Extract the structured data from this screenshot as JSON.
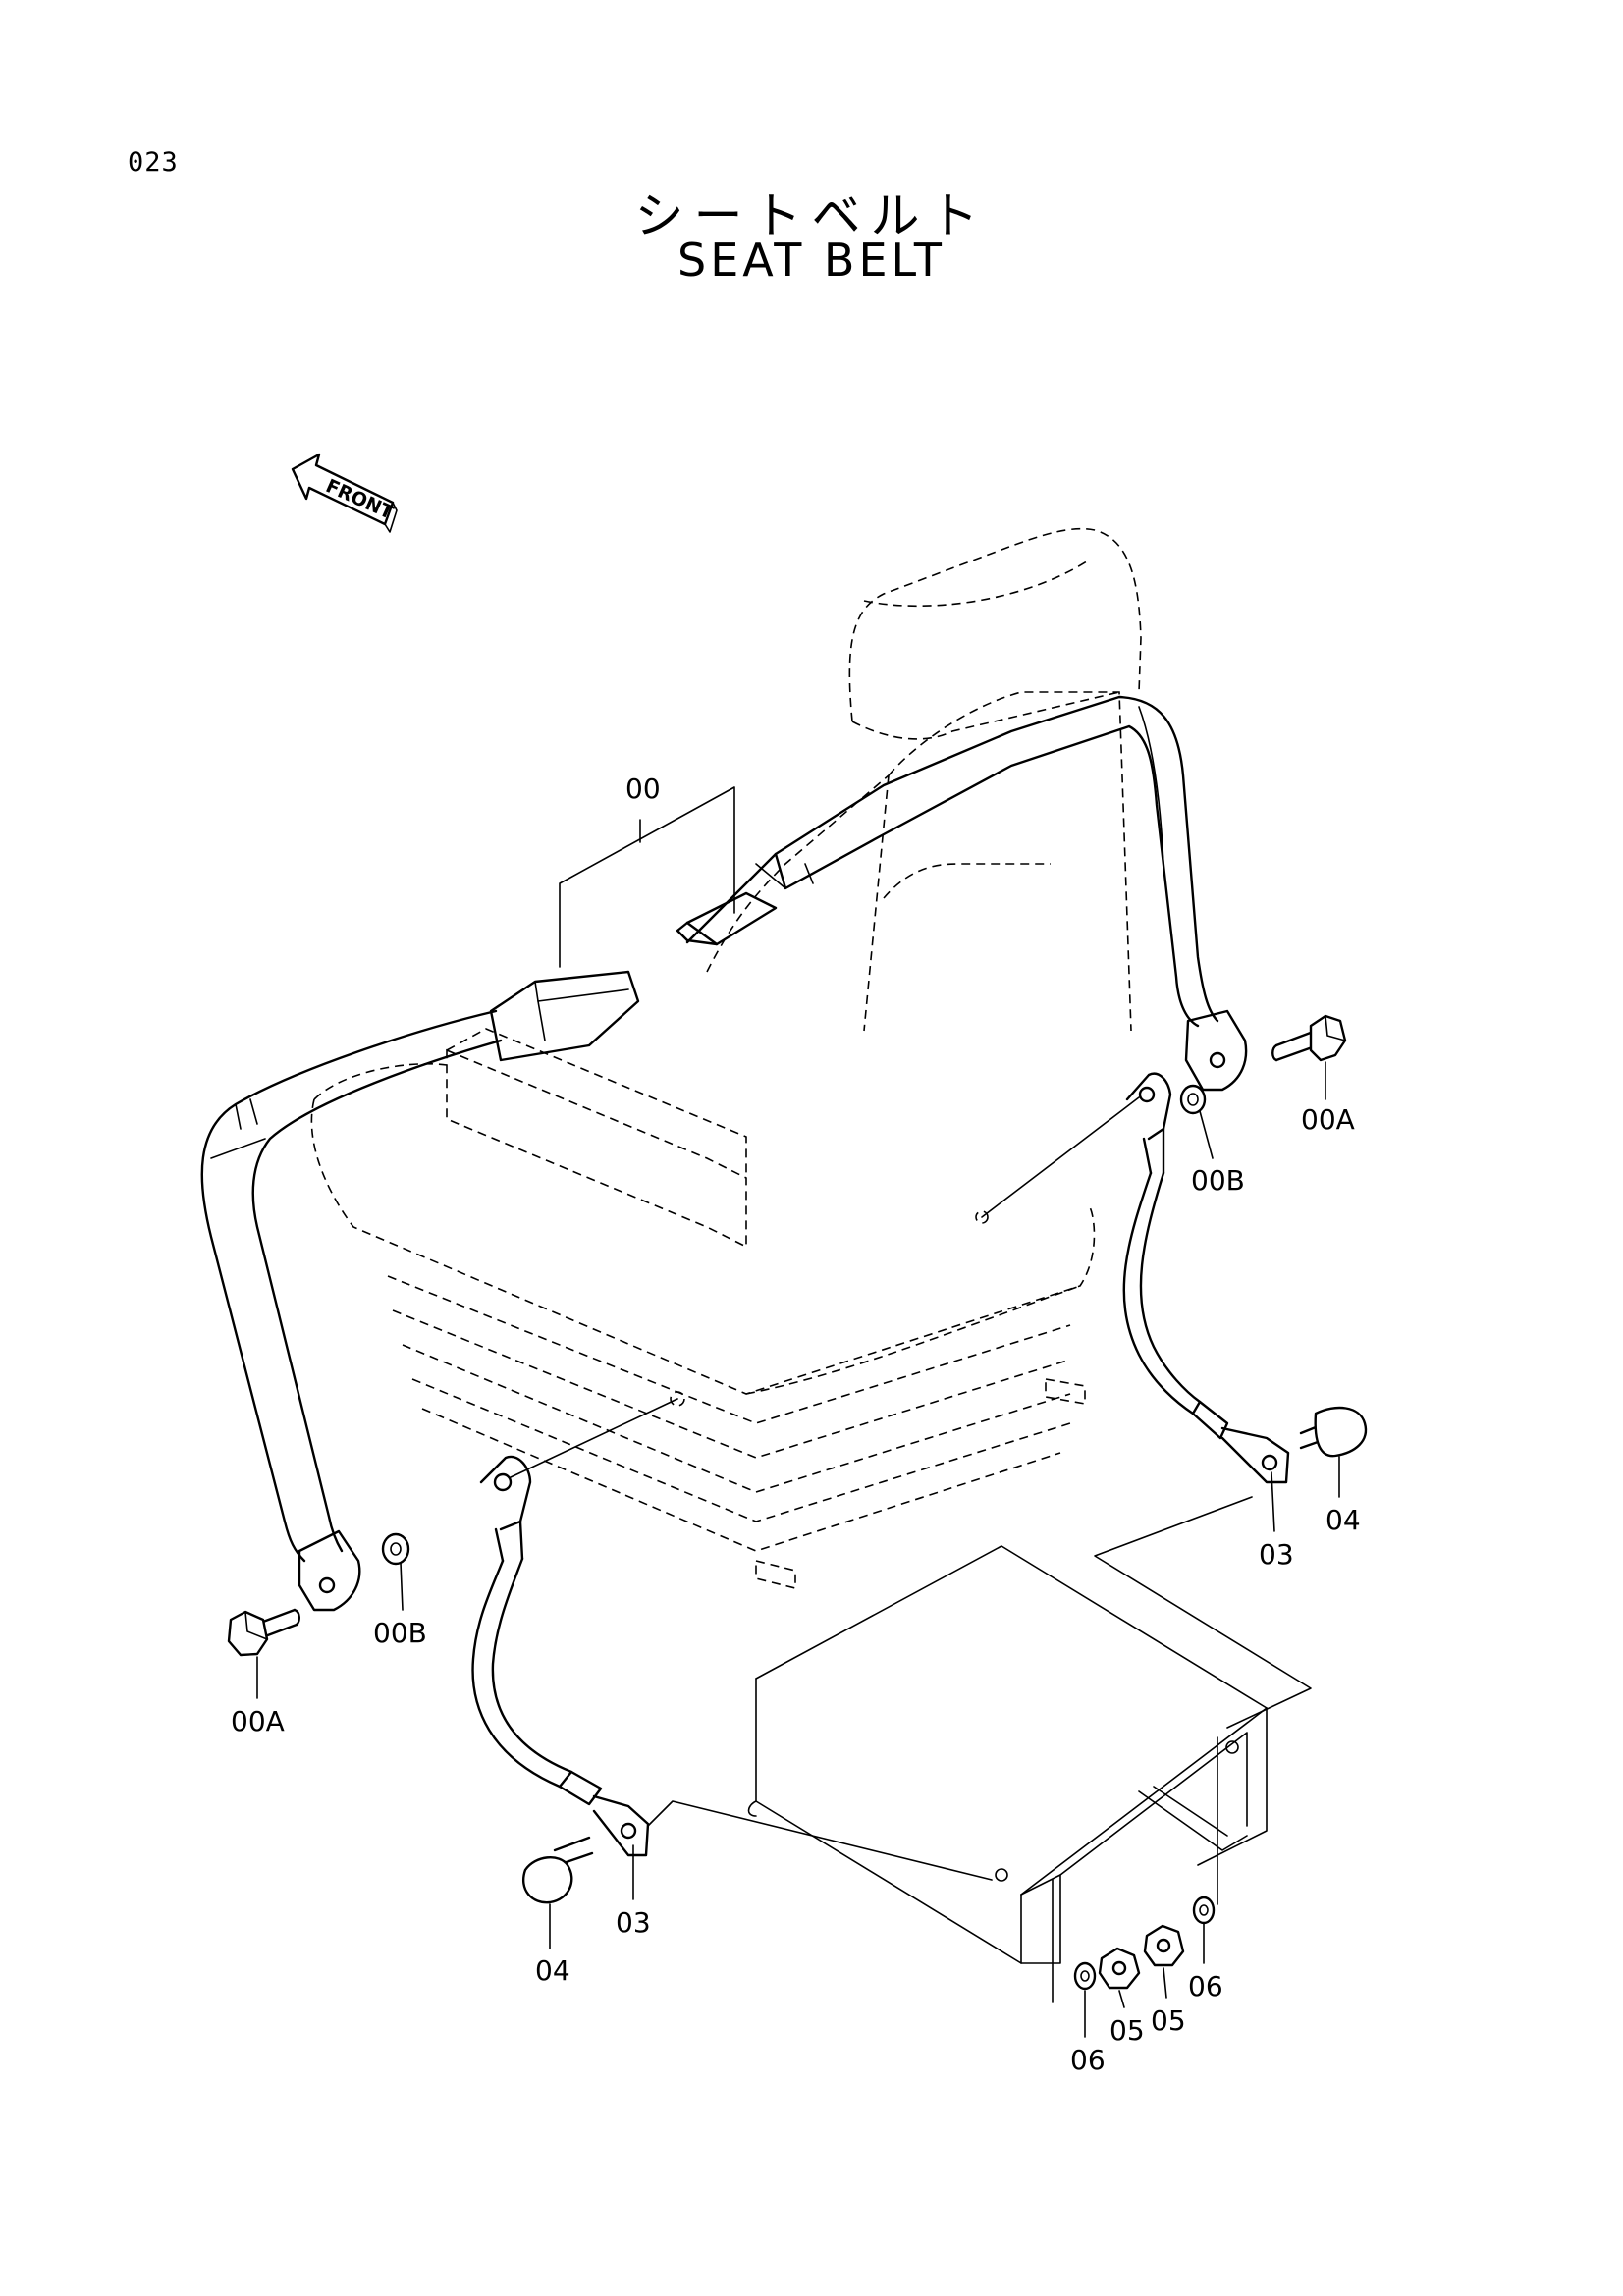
{
  "page_number": "023",
  "title_jp": "シートベルト",
  "title_en": "SEAT BELT",
  "front_arrow_label": "FRONT",
  "callouts": {
    "c_00": "00",
    "c_00A_right": "00A",
    "c_00B_right": "00B",
    "c_04_right": "04",
    "c_03_right": "03",
    "c_00B_left": "00B",
    "c_00A_left": "00A",
    "c_03_left": "03",
    "c_04_left": "04",
    "c_06_a": "06",
    "c_05_a": "05",
    "c_05_b": "05",
    "c_06_b": "06"
  }
}
